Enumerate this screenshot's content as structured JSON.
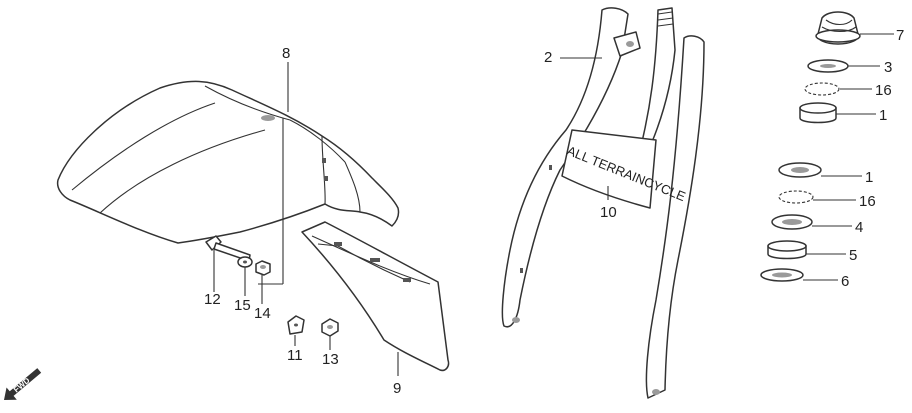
{
  "diagram": {
    "fwd_label": "FWD",
    "frame_stencil": "ALL TERRAINCYCLE",
    "callouts": {
      "p1a": "1",
      "p1b": "1",
      "p2": "2",
      "p3": "3",
      "p4": "4",
      "p5": "5",
      "p6": "6",
      "p7": "7",
      "p8": "8",
      "p9": "9",
      "p10": "10",
      "p11": "11",
      "p12": "12",
      "p13": "13",
      "p14": "14",
      "p15": "15",
      "p16a": "16",
      "p16b": "16"
    }
  }
}
